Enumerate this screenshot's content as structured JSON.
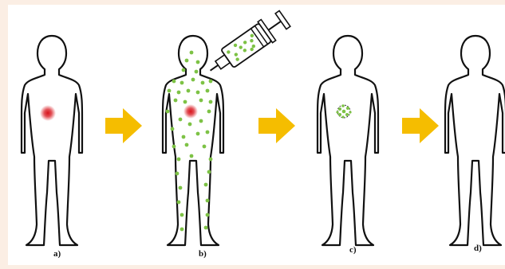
{
  "panels": [
    {
      "label": "a)",
      "state": "localized tumour",
      "marker_color": "#d8141c"
    },
    {
      "label": "b)",
      "state": "nanoparticle injection and circulation",
      "particle_color": "#7dc245",
      "marker_color": "#d8141c"
    },
    {
      "label": "c)",
      "state": "particles accumulated at tumour",
      "particle_color": "#7dc245"
    },
    {
      "label": "d)",
      "state": "tumour cleared"
    }
  ],
  "arrow_color": "#f5bd00",
  "outline_color": "#111111",
  "background_color": "#fbeee4",
  "panel_background_color": "#ffffff",
  "syringe_fill": "#ffffff",
  "icon": "syringe-icon"
}
